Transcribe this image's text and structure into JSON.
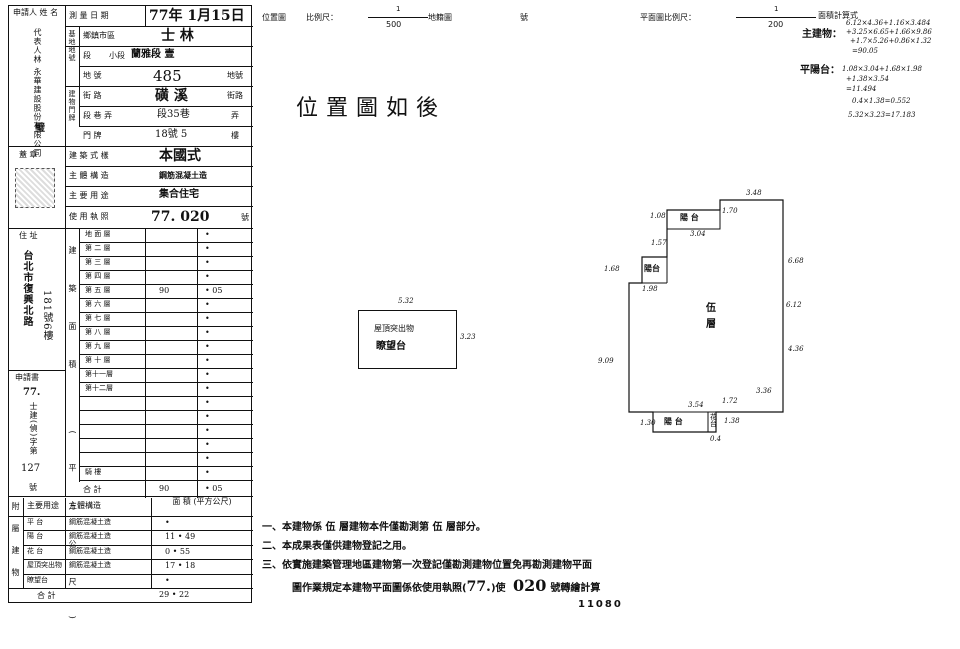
{
  "left_table": {
    "applicant_label": "申請人 姓 名",
    "applicant_company": "代表人林 永華建設股份有限公司",
    "applicant_seal_char": "璧",
    "survey_date_label": "測 量 日 期",
    "survey_date": "77年 1月15日",
    "township_label": "鄉鎮市區",
    "township": "士 林",
    "land_label": "基地地號",
    "section_label": "段",
    "subsection_label": "小段",
    "section_value": "蘭雅段 壹",
    "parcel_label": "地 號",
    "parcel_value": "485",
    "parcel_unit": "地號",
    "door_label": "建物門牌",
    "street_label": "街 路",
    "street_value": "磺 溪",
    "street_unit": "街路",
    "lane_label": "段 巷 弄",
    "lane_value": "段35巷",
    "lane_unit": "弄",
    "number_label": "門 牌",
    "number_value": "18號 5",
    "floor_unit": "樓",
    "seal_label": "蓋 章",
    "building_style_label": "建 築 式 樣",
    "building_style": "本國式",
    "structure_label": "主 體 構 造",
    "structure": "鋼筋混凝土造",
    "usage_label": "主 要 用 途",
    "usage": "集合住宅",
    "license_label": "使 用 執 照",
    "license_value": "77. 020",
    "license_unit": "號",
    "address_label": "住 址",
    "address_text": "台北市復興北路",
    "address_number": "181號6樓",
    "area_label": "建築面積 (平方公尺)",
    "floors": [
      {
        "label": "地 面 層",
        "v1": "",
        "v2": "•"
      },
      {
        "label": "第 二 層",
        "v1": "",
        "v2": "•"
      },
      {
        "label": "第 三 層",
        "v1": "",
        "v2": "•"
      },
      {
        "label": "第 四 層",
        "v1": "",
        "v2": "•"
      },
      {
        "label": "第 五 層",
        "v1": "90",
        "v2": "• 05"
      },
      {
        "label": "第 六 層",
        "v1": "",
        "v2": "•"
      },
      {
        "label": "第 七 層",
        "v1": "",
        "v2": "•"
      },
      {
        "label": "第 八 層",
        "v1": "",
        "v2": "•"
      },
      {
        "label": "第 九 層",
        "v1": "",
        "v2": "•"
      },
      {
        "label": "第 十 層",
        "v1": "",
        "v2": "•"
      },
      {
        "label": "第十一層",
        "v1": "",
        "v2": "•"
      },
      {
        "label": "第十二層",
        "v1": "",
        "v2": "•"
      },
      {
        "label": "",
        "v1": "",
        "v2": "•"
      },
      {
        "label": "",
        "v1": "",
        "v2": "•"
      },
      {
        "label": "",
        "v1": "",
        "v2": "•"
      },
      {
        "label": "",
        "v1": "",
        "v2": "•"
      },
      {
        "label": "",
        "v1": "",
        "v2": "•"
      },
      {
        "label": "騎 樓",
        "v1": "",
        "v2": "•"
      }
    ],
    "total_label": "合 計",
    "total_v1": "90",
    "total_v2": "• 05",
    "apply_label": "申請書",
    "apply_year": "77.",
    "apply_char": "士建(偵)字第",
    "apply_number": "127",
    "apply_unit": "號",
    "annex_label": "附屬建物",
    "annex_header_use": "主要用途",
    "annex_header_struct": "主體構造",
    "annex_header_area": "面 積 (平方公尺)",
    "annex_rows": [
      {
        "use": "平 台",
        "struct": "鋼筋混凝土造",
        "area": "•"
      },
      {
        "use": "陽 台",
        "struct": "鋼筋混凝土造",
        "area": "11 • 49"
      },
      {
        "use": "花 台",
        "struct": "鋼筋混凝土造",
        "area": "0 • 55"
      },
      {
        "use": "屋頂突出物",
        "struct": "鋼筋混凝土造",
        "area": "17 • 18"
      },
      {
        "use": "瞭望台",
        "struct": "",
        "area": "•"
      }
    ],
    "annex_total_label": "合 計",
    "annex_total": "29 • 22"
  },
  "header": {
    "location_label": "位置圖",
    "scale_label": "比例尺：",
    "location_scale_num": "1",
    "location_scale_den": "500",
    "map_label": "地籍圖",
    "map_no_label": "號",
    "plan_scale_label": "平面圖比例尺：",
    "plan_scale_num": "1",
    "plan_scale_den": "200",
    "area_calc_label": "面積計算式"
  },
  "calc": {
    "main_label": "主建物：",
    "main_lines": [
      "6.12×4.36+1.16×3.484",
      "+3.25×6.65+1.66×9.86",
      "+1.7×5.26+0.86×1.32",
      "=90.05"
    ],
    "balcony_label": "平陽台：",
    "balcony_lines": [
      "1.08×3.04+1.68×1.98",
      "+1.38×3.54",
      "=11.494",
      "0.4×1.38=0.552",
      "5.32×3.23=17.183"
    ]
  },
  "drawing": {
    "location_text": "位置圖如後",
    "roof_box_line1": "屋頂突出物",
    "roof_box_line2": "瞭望台",
    "roof_dim_top": "5.32",
    "roof_dim_right": "3.23",
    "floor_label_line1": "伍",
    "floor_label_line2": "層",
    "balcony_top": "陽 台",
    "balcony_left": "陽台",
    "balcony_bottom": "陽 台",
    "flower_bed": "花台",
    "dims": {
      "d348": "3.48",
      "d108": "1.08",
      "d170": "1.70",
      "d304": "3.04",
      "d157": "1.57",
      "d168": "1.68",
      "d198": "1.98",
      "d668": "6.68",
      "d612": "6.12",
      "d909": "9.09",
      "d436": "4.36",
      "d336": "3.36",
      "d354": "3.54",
      "d172": "1.72",
      "d138": "1.38",
      "d130": "1.30",
      "d04": "0.4"
    }
  },
  "notes": [
    "一、本建物係 伍 層建物本件僅勘測第 伍 層部分。",
    "二、本成果表僅供建物登記之用。",
    "三、依實施建築管理地區建物第一次登記僅勘測建物位置免再勘測建物平面"
  ],
  "note3_line2_prefix": "圖作業規定本建物平面圖係依使用執照(",
  "note3_year": "77.",
  "note3_mid": ")使",
  "note3_number": "020",
  "note3_suffix": "號轉繪計算",
  "footer_number": "11080"
}
